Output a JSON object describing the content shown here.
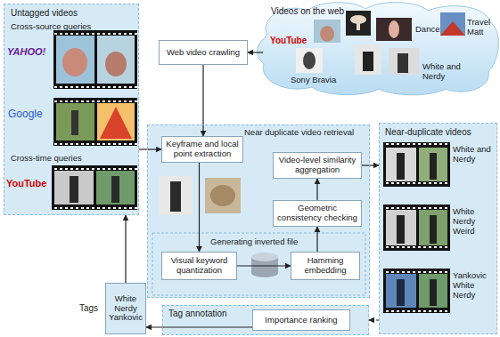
{
  "diagram": {
    "nodes": [
      {
        "text": [
          "Untagged videos",
          "Cross-source queries",
          "Cross-time queries"
        ]
      },
      {
        "text": [
          "Videos on the web"
        ]
      },
      {
        "text": [
          "Web video crawling"
        ]
      },
      {
        "text": [
          "Near duplicate video retrieval",
          "Generating inverted file"
        ]
      },
      {
        "text": [
          "Keyframe and local point extraction"
        ],
        "in": 3
      },
      {
        "text": [
          "Video-level similarity aggregation"
        ],
        "in": 3
      },
      {
        "text": [
          "Geometric consistency checking"
        ],
        "in": 3
      },
      {
        "text": [
          "Visual keyword quantization"
        ],
        "in": 3
      },
      {
        "text": [
          "Hamming embedding"
        ],
        "in": 3
      },
      {
        "text": [
          "Near-duplicate videos",
          "White and Nerdy",
          "White Nerdy Weird",
          "Yankovic White Nerdy"
        ]
      },
      {
        "text": [
          "Tags",
          "White Nerdy Yankovic"
        ]
      },
      {
        "text": [
          "Tag annotation"
        ]
      },
      {
        "text": [
          "Importance ranking"
        ],
        "in": 11
      }
    ],
    "edges": [
      {
        "from": 1,
        "to": 2,
        "arrow": "to"
      },
      {
        "from": 2,
        "to": 4,
        "arrow": "to"
      },
      {
        "from": 0,
        "to": 4,
        "arrow": "to"
      },
      {
        "from": 4,
        "to": 7,
        "arrow": "to"
      },
      {
        "from": 7,
        "to": 8,
        "arrow": "to"
      },
      {
        "from": 8,
        "to": 6,
        "arrow": "to"
      },
      {
        "from": 6,
        "to": 5,
        "arrow": "to"
      },
      {
        "from": 5,
        "to": 9,
        "arrow": "to"
      },
      {
        "from": 9,
        "to": 11,
        "arrow": "to"
      },
      {
        "from": 12,
        "to": 10,
        "arrow": "to"
      },
      {
        "from": 10,
        "to": 0,
        "arrow": "to"
      }
    ],
    "labels": [
      "YAHOO!",
      "Google",
      "YouTube",
      "YouTube",
      "Dance",
      "Travel Matt",
      "Sony Bravia",
      "White and Nerdy"
    ]
  }
}
